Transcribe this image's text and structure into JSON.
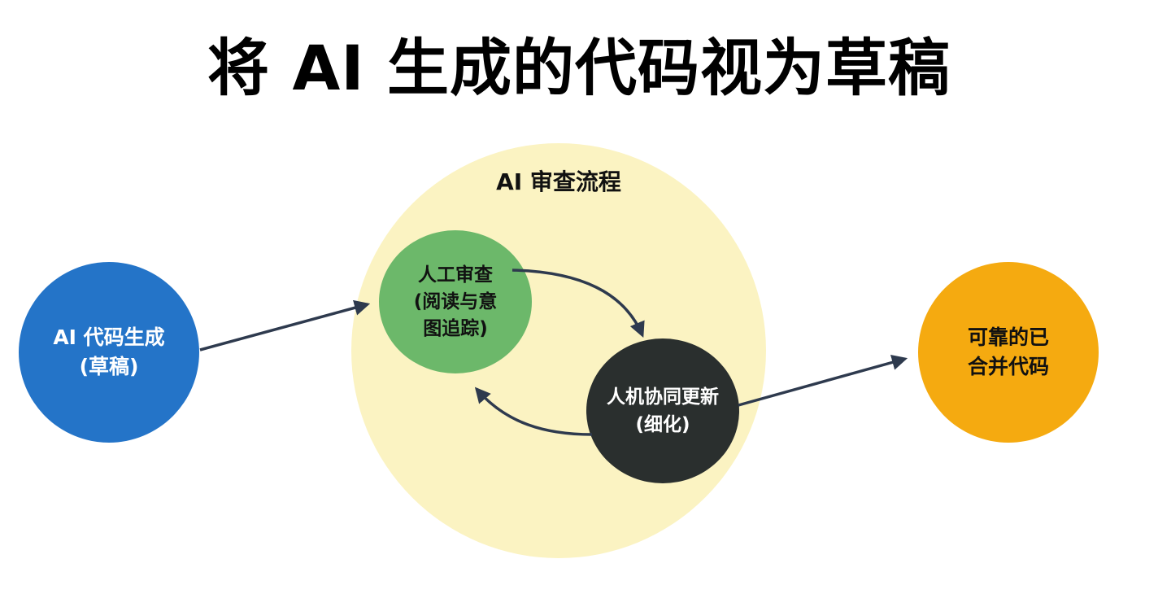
{
  "title": "将 AI 生成的代码视为草稿",
  "colors": {
    "generation": "#2474c8",
    "process_region": "#fbf3c2",
    "review": "#6cb86a",
    "refine": "#2a2f2e",
    "merged": "#f5aa10",
    "arrow": "#2e3a4e"
  },
  "process_region": {
    "label": "AI 审查流程"
  },
  "nodes": {
    "generation": {
      "label": "AI 代码生成\n(草稿)"
    },
    "review": {
      "label": "人工审查\n(阅读与意\n图追踪)"
    },
    "refine": {
      "label": "人机协同更新\n(细化)"
    },
    "merged": {
      "label": "可靠的已\n合并代码"
    }
  }
}
